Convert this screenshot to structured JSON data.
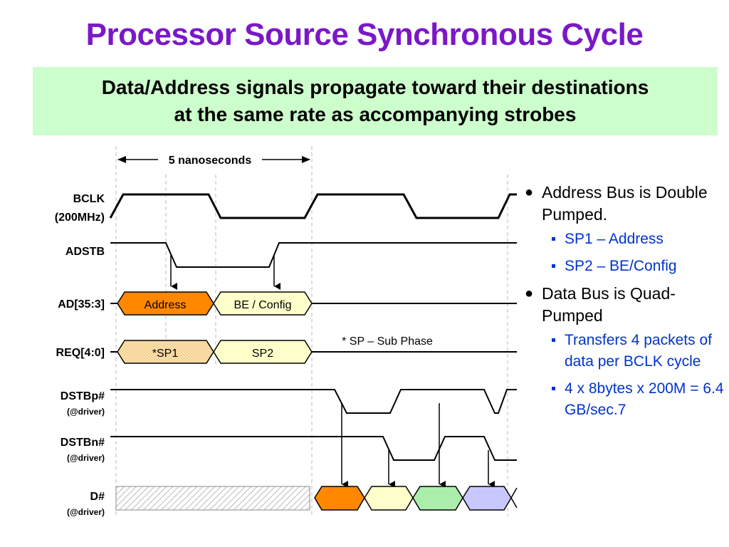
{
  "title": "Processor Source Synchronous Cycle",
  "banner": {
    "line1": "Data/Address signals propagate toward their destinations",
    "line2": "at the same rate as accompanying strobes"
  },
  "timing": {
    "duration_label": "5 nanoseconds",
    "note": "* SP – Sub Phase",
    "signals": {
      "bclk": {
        "name": "BCLK",
        "sub": "(200MHz)"
      },
      "adstb": {
        "name": "ADSTB"
      },
      "ad": {
        "name": "AD[35:3]",
        "segments": [
          "Address",
          "BE / Config"
        ]
      },
      "req": {
        "name": "REQ[4:0]",
        "segments": [
          "*SP1",
          "SP2"
        ]
      },
      "dstbp": {
        "name": "DSTBp#",
        "sub": "(@driver)"
      },
      "dstbn": {
        "name": "DSTBn#",
        "sub": "(@driver)"
      },
      "d": {
        "name": "D#",
        "sub": "(@driver)"
      }
    }
  },
  "colors": {
    "title": "#7a18c8",
    "banner_bg": "#ccffcc",
    "address": "#ff8800",
    "be_config": "#ffffcc",
    "sp1": "#ffe0a0",
    "sp2": "#ffffcc",
    "packet1": "#ff8800",
    "packet2": "#ffffcc",
    "packet3": "#aaeeaa",
    "packet4": "#c8c8ff"
  },
  "notes": [
    {
      "text": "Address Bus is Double Pumped.",
      "sub": [
        "SP1 – Address",
        "SP2 – BE/Config"
      ]
    },
    {
      "text": "Data Bus is Quad-Pumped",
      "sub": [
        "Transfers 4 packets of data per BCLK cycle",
        "4 x 8bytes x 200M = 6.4 GB/sec.7"
      ]
    }
  ]
}
